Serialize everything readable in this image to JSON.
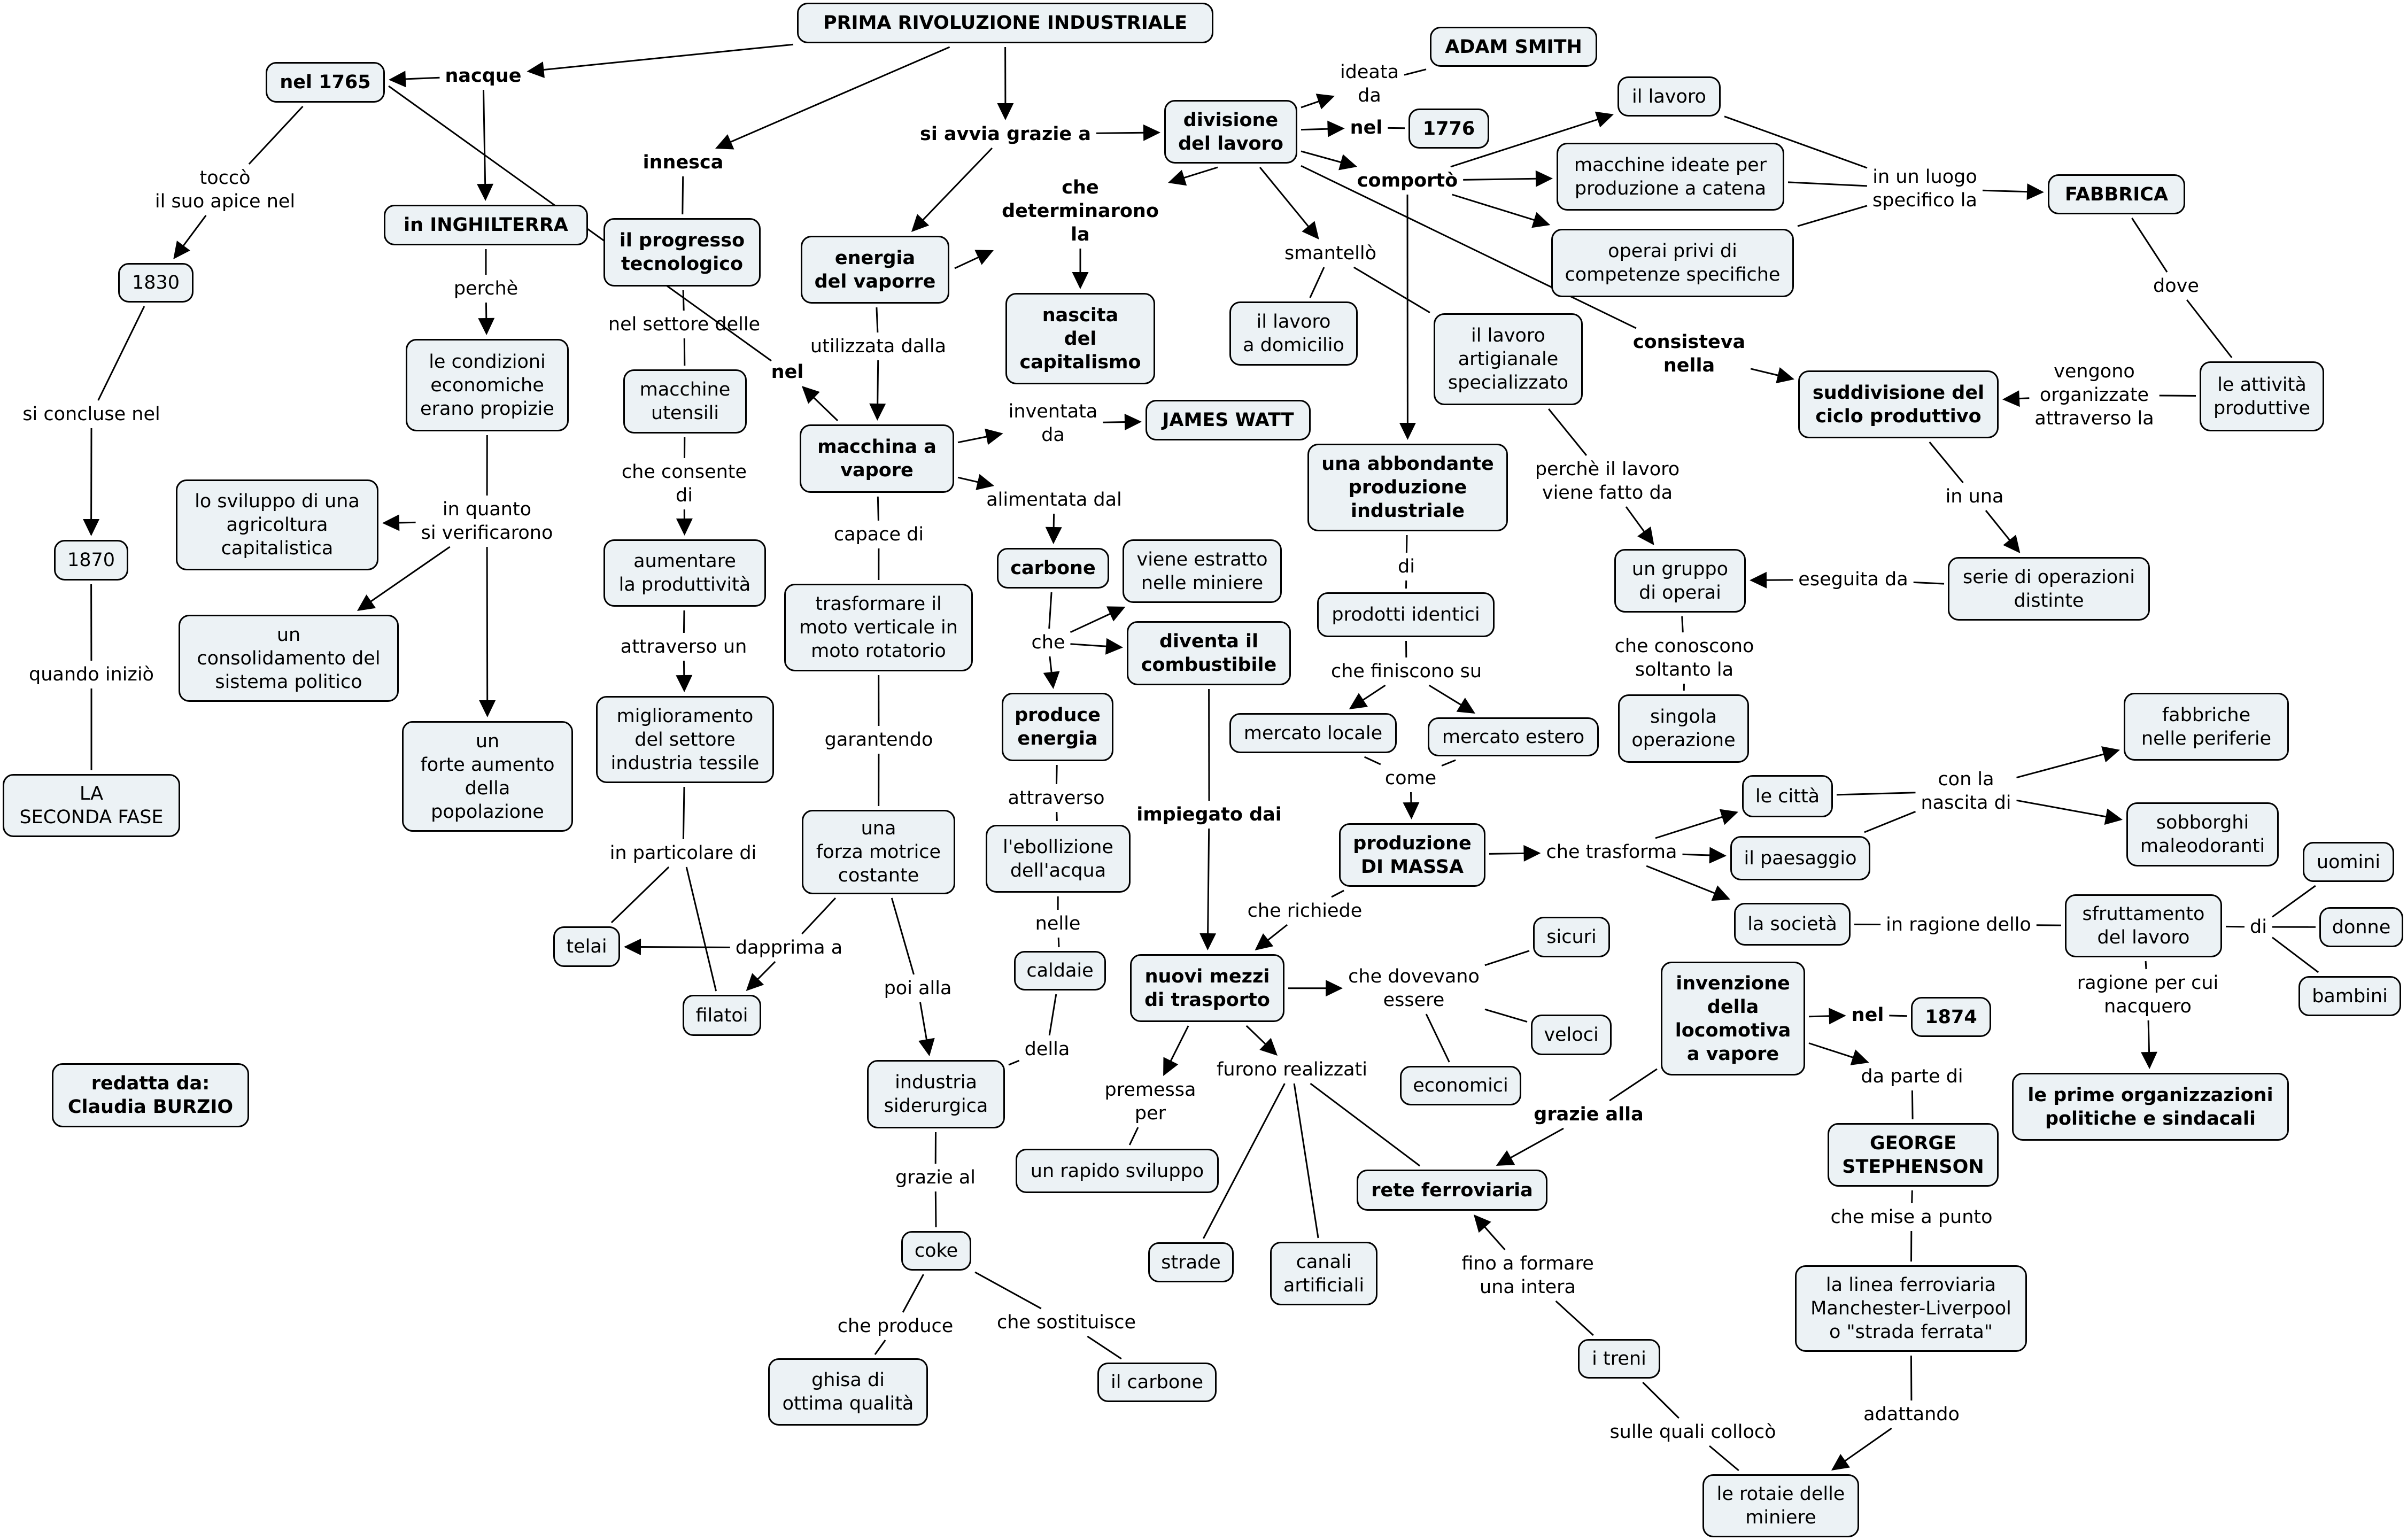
{
  "colors": {
    "background": "#ffffff",
    "node_fill": "#ecf2f5",
    "node_border": "#000000",
    "connector": "#000000",
    "text": "#000000"
  },
  "concepts": {
    "c_root": "PRIMA RIVOLUZIONE INDUSTRIALE",
    "c_1765": "nel 1765",
    "c_inghilterra": "in INGHILTERRA",
    "c_progresso": "il progresso\ntecnologico",
    "c_1830": "1830",
    "c_condizioni": "le condizioni\neconomiche\nerano propizie",
    "c_utensili": "macchine\nutensili",
    "c_1870": "1870",
    "c_agricoltura": "lo sviluppo di una\nagricoltura\ncapitalistica",
    "c_consolidamento": "un\nconsolidamento del\nsistema politico",
    "c_seconda_fase": "LA\nSECONDA FASE",
    "c_popolazione": "un\nforte aumento\ndella\npopolazione",
    "c_produttivita": "aumentare\nla produttività",
    "c_tessile": "miglioramento\ndel settore\nindustria tessile",
    "c_telai": "telai",
    "c_filatoi": "filatoi",
    "c_autore": "redatta da:\nClaudia BURZIO",
    "c_smith": "ADAM SMITH",
    "c_divisione": "divisione\ndel lavoro",
    "c_1776": "1776",
    "c_energia": "energia\ndel vaporre",
    "c_capitalismo": "nascita\ndel\ncapitalismo",
    "c_domicilio": "il lavoro\na domicilio",
    "c_artigianale": "il lavoro\nartigianale\nspecializzato",
    "c_macchina": "macchina a\nvapore",
    "c_watt": "JAMES WATT",
    "c_abbondante": "una abbondante\nproduzione\nindustriale",
    "c_il_lavoro": "il lavoro",
    "c_catena": "macchine ideate per\nproduzione a catena",
    "c_operai_privi": "operai privi di\ncompetenze specifiche",
    "c_fabbrica": "FABBRICA",
    "c_suddivisione": "suddivisione del\nciclo produttivo",
    "c_attivita": "le attività\nproduttive",
    "c_carbone": "carbone",
    "c_estratto": "viene estratto\nnelle miniere",
    "c_trasformare": "trasformare il\nmoto verticale in\nmoto rotatorio",
    "c_combustibile": "diventa il\ncombustibile",
    "c_identici": "prodotti identici",
    "c_produce_energia": "produce\nenergia",
    "c_locale": "mercato locale",
    "c_estero": "mercato estero",
    "c_forza": "una\nforza motrice\ncostante",
    "c_ebollizione": "l'ebollizione\ndell'acqua",
    "c_massa": "produzione\nDI MASSA",
    "c_caldaie": "caldaie",
    "c_mezzi": "nuovi mezzi\ndi trasporto",
    "c_sicuri": "sicuri",
    "c_veloci": "veloci",
    "c_economici": "economici",
    "c_siderurgica": "industria\nsiderurgica",
    "c_sviluppo": "un rapido sviluppo",
    "c_rete": "rete ferroviaria",
    "c_coke": "coke",
    "c_strade": "strade",
    "c_canali": "canali\nartificiali",
    "c_ghisa": "ghisa di\nottima qualità",
    "c_il_carbone": "il carbone",
    "c_treni": "i treni",
    "c_gruppo": "un gruppo\ndi operai",
    "c_serie": "serie di operazioni\ndistinte",
    "c_singola": "singola\noperazione",
    "c_fabbriche": "fabbriche\nnelle periferie",
    "c_citta": "le città",
    "c_sobborghi": "sobborghi\nmaleodoranti",
    "c_paesaggio": "il paesaggio",
    "c_uomini": "uomini",
    "c_societa": "la società",
    "c_sfruttamento": "sfruttamento\ndel lavoro",
    "c_donne": "donne",
    "c_bambini": "bambini",
    "c_locomotiva": "invenzione\ndella\nlocomotiva\na vapore",
    "c_1874": "1874",
    "c_organizzazioni": "le prime organizzazioni\npolitiche e sindacali",
    "c_stephenson": "GEORGE\nSTEPHENSON",
    "c_linea": "la linea ferroviaria\nManchester-Liverpool\no \"strada ferrata\"",
    "c_rotaie": "le rotaie delle\nminiere"
  },
  "linking_phrases": {
    "p_nacque": "nacque",
    "p_innesca": "innesca",
    "p_avvia": "si avvia grazie a",
    "p_tocco": "toccò\nil suo apice nel",
    "p_perche": "perchè",
    "p_settore": "nel settore delle",
    "p_nel_macchina": "nel",
    "p_concluse": "si concluse nel",
    "p_consente": "che consente\ndi",
    "p_inquanto": "in quanto\nsi verificarono",
    "p_inizio": "quando iniziò",
    "p_attraverso_un": "attraverso un",
    "p_particolare": "in particolare di",
    "p_dapprima": "dapprima a",
    "p_ideata": "ideata\nda",
    "p_nel_1776": "nel",
    "p_comporto": "comportò",
    "p_determinarono": "che\ndeterminarono\nla",
    "p_smantello": "smantellò",
    "p_utilizzata": "utilizzata dalla",
    "p_inventata": "inventata\nda",
    "p_alimentata": "alimentata dal",
    "p_perche_lavoro": "perchè il lavoro\nviene fatto da",
    "p_luogo": "in un luogo\nspecifico la",
    "p_dove": "dove",
    "p_consisteva": "consisteva\nnella",
    "p_vengono": "vengono\norganizzate\nattraverso la",
    "p_in_una": "in una",
    "p_capace": "capace di",
    "p_che": "che",
    "p_di_prodotti": "di",
    "p_finiscono": "che finiscono su",
    "p_garantendo": "garantendo",
    "p_come": "come",
    "p_attraverso": "attraverso",
    "p_impiegato": "impiegato dai",
    "p_trasforma": "che trasforma",
    "p_richiede": "che richiede",
    "p_nelle": "nelle",
    "p_dovevano": "che dovevano\nessere",
    "p_poi_alla": "poi alla",
    "p_della": "della",
    "p_premessa": "premessa\nper",
    "p_realizzati": "furono realizzati",
    "p_grazie_al": "grazie al",
    "p_formare": "fino a formare\nuna intera",
    "p_che_produce": "che produce",
    "p_sostituisce": "che sostituisce",
    "p_eseguita": "eseguita da",
    "p_conoscono": "che conoscono\nsoltanto la",
    "p_nascita": "con la\nnascita di",
    "p_ragione": "in ragione dello",
    "p_di_sfruttamento": "di",
    "p_nacquero": "ragione per cui\nnacquero",
    "p_nel_1874": "nel",
    "p_da_parte": "da parte di",
    "p_grazie_alla": "grazie alla",
    "p_mise": "che mise a punto",
    "p_adattando": "adattando",
    "p_colloco": "sulle quali collocò"
  },
  "connections": [
    [
      "c_root",
      "p_nacque",
      true
    ],
    [
      "c_root",
      "p_innesca",
      true
    ],
    [
      "c_root",
      "p_avvia",
      true
    ],
    [
      "p_nacque",
      "c_1765",
      true
    ],
    [
      "p_nacque",
      "c_inghilterra",
      true
    ],
    [
      "c_1765",
      "p_tocco",
      false
    ],
    [
      "p_tocco",
      "c_1830",
      true
    ],
    [
      "c_1830",
      "p_concluse",
      false
    ],
    [
      "p_concluse",
      "c_1870",
      true
    ],
    [
      "c_1870",
      "p_inizio",
      false
    ],
    [
      "p_inizio",
      "c_seconda_fase",
      false
    ],
    [
      "c_inghilterra",
      "p_perche",
      false
    ],
    [
      "p_perche",
      "c_condizioni",
      true
    ],
    [
      "c_condizioni",
      "p_inquanto",
      false
    ],
    [
      "p_inquanto",
      "c_agricoltura",
      true
    ],
    [
      "p_inquanto",
      "c_consolidamento",
      true
    ],
    [
      "p_inquanto",
      "c_popolazione",
      true
    ],
    [
      "p_innesca",
      "c_progresso",
      false
    ],
    [
      "c_progresso",
      "p_settore",
      false
    ],
    [
      "p_settore",
      "c_utensili",
      false
    ],
    [
      "c_utensili",
      "p_consente",
      false
    ],
    [
      "p_consente",
      "c_produttivita",
      true
    ],
    [
      "c_produttivita",
      "p_attraverso_un",
      false
    ],
    [
      "p_attraverso_un",
      "c_tessile",
      true
    ],
    [
      "c_tessile",
      "p_particolare",
      false
    ],
    [
      "p_particolare",
      "c_telai",
      false
    ],
    [
      "p_particolare",
      "c_filatoi",
      false
    ],
    [
      "c_1765",
      "p_nel_macchina",
      false
    ],
    [
      "c_macchina",
      "p_nel_macchina",
      true
    ],
    [
      "p_avvia",
      "c_divisione",
      true
    ],
    [
      "p_avvia",
      "c_energia",
      true
    ],
    [
      "c_energia",
      "p_determinarono",
      true
    ],
    [
      "c_divisione",
      "p_determinarono",
      true
    ],
    [
      "p_determinarono",
      "c_capitalismo",
      true
    ],
    [
      "c_energia",
      "p_utilizzata",
      false
    ],
    [
      "p_utilizzata",
      "c_macchina",
      true
    ],
    [
      "c_macchina",
      "p_inventata",
      true
    ],
    [
      "p_inventata",
      "c_watt",
      true
    ],
    [
      "c_macchina",
      "p_alimentata",
      true
    ],
    [
      "p_alimentata",
      "c_carbone",
      true
    ],
    [
      "c_macchina",
      "p_capace",
      false
    ],
    [
      "p_capace",
      "c_trasformare",
      false
    ],
    [
      "c_trasformare",
      "p_garantendo",
      false
    ],
    [
      "p_garantendo",
      "c_forza",
      false
    ],
    [
      "c_forza",
      "p_dapprima",
      false
    ],
    [
      "p_dapprima",
      "c_telai",
      true
    ],
    [
      "p_dapprima",
      "c_filatoi",
      true
    ],
    [
      "c_forza",
      "p_poi_alla",
      false
    ],
    [
      "p_poi_alla",
      "c_siderurgica",
      true
    ],
    [
      "c_carbone",
      "p_che",
      false
    ],
    [
      "p_che",
      "c_estratto",
      true
    ],
    [
      "p_che",
      "c_combustibile",
      true
    ],
    [
      "p_che",
      "c_produce_energia",
      true
    ],
    [
      "c_produce_energia",
      "p_attraverso",
      false
    ],
    [
      "p_attraverso",
      "c_ebollizione",
      false
    ],
    [
      "c_ebollizione",
      "p_nelle",
      false
    ],
    [
      "p_nelle",
      "c_caldaie",
      false
    ],
    [
      "c_caldaie",
      "p_della",
      false
    ],
    [
      "p_della",
      "c_siderurgica",
      false
    ],
    [
      "c_siderurgica",
      "p_grazie_al",
      false
    ],
    [
      "p_grazie_al",
      "c_coke",
      false
    ],
    [
      "c_coke",
      "p_che_produce",
      false
    ],
    [
      "p_che_produce",
      "c_ghisa",
      false
    ],
    [
      "c_coke",
      "p_sostituisce",
      false
    ],
    [
      "p_sostituisce",
      "c_il_carbone",
      false
    ],
    [
      "c_combustibile",
      "p_impiegato",
      false
    ],
    [
      "p_impiegato",
      "c_mezzi",
      true
    ],
    [
      "c_divisione",
      "p_ideata",
      true
    ],
    [
      "p_ideata",
      "c_smith",
      false
    ],
    [
      "c_divisione",
      "p_nel_1776",
      true
    ],
    [
      "p_nel_1776",
      "c_1776",
      false
    ],
    [
      "c_divisione",
      "p_comporto",
      true
    ],
    [
      "p_comporto",
      "c_il_lavoro",
      true
    ],
    [
      "p_comporto",
      "c_catena",
      true
    ],
    [
      "p_comporto",
      "c_operai_privi",
      true
    ],
    [
      "p_comporto",
      "c_abbondante",
      true
    ],
    [
      "c_divisione",
      "p_smantello",
      true
    ],
    [
      "p_smantello",
      "c_domicilio",
      false
    ],
    [
      "p_smantello",
      "c_artigianale",
      false
    ],
    [
      "c_divisione",
      "p_consisteva",
      false
    ],
    [
      "p_consisteva",
      "c_suddivisione",
      true
    ],
    [
      "c_il_lavoro",
      "p_luogo",
      false
    ],
    [
      "c_catena",
      "p_luogo",
      false
    ],
    [
      "c_operai_privi",
      "p_luogo",
      false
    ],
    [
      "p_luogo",
      "c_fabbrica",
      true
    ],
    [
      "c_fabbrica",
      "p_dove",
      false
    ],
    [
      "p_dove",
      "c_attivita",
      false
    ],
    [
      "c_attivita",
      "p_vengono",
      false
    ],
    [
      "p_vengono",
      "c_suddivisione",
      true
    ],
    [
      "c_suddivisione",
      "p_in_una",
      false
    ],
    [
      "p_in_una",
      "c_serie",
      true
    ],
    [
      "c_serie",
      "p_eseguita",
      false
    ],
    [
      "p_eseguita",
      "c_gruppo",
      true
    ],
    [
      "c_artigianale",
      "p_perche_lavoro",
      false
    ],
    [
      "p_perche_lavoro",
      "c_gruppo",
      true
    ],
    [
      "c_gruppo",
      "p_conoscono",
      false
    ],
    [
      "p_conoscono",
      "c_singola",
      false
    ],
    [
      "c_abbondante",
      "p_di_prodotti",
      false
    ],
    [
      "p_di_prodotti",
      "c_identici",
      false
    ],
    [
      "c_identici",
      "p_finiscono",
      false
    ],
    [
      "p_finiscono",
      "c_locale",
      true
    ],
    [
      "p_finiscono",
      "c_estero",
      true
    ],
    [
      "c_locale",
      "p_come",
      false
    ],
    [
      "c_estero",
      "p_come",
      false
    ],
    [
      "p_come",
      "c_massa",
      true
    ],
    [
      "c_massa",
      "p_trasforma",
      true
    ],
    [
      "p_trasforma",
      "c_citta",
      true
    ],
    [
      "p_trasforma",
      "c_paesaggio",
      true
    ],
    [
      "p_trasforma",
      "c_societa",
      true
    ],
    [
      "c_citta",
      "p_nascita",
      false
    ],
    [
      "c_paesaggio",
      "p_nascita",
      false
    ],
    [
      "p_nascita",
      "c_fabbriche",
      true
    ],
    [
      "p_nascita",
      "c_sobborghi",
      true
    ],
    [
      "c_societa",
      "p_ragione",
      false
    ],
    [
      "p_ragione",
      "c_sfruttamento",
      false
    ],
    [
      "c_sfruttamento",
      "p_di_sfruttamento",
      false
    ],
    [
      "p_di_sfruttamento",
      "c_uomini",
      false
    ],
    [
      "p_di_sfruttamento",
      "c_donne",
      false
    ],
    [
      "p_di_sfruttamento",
      "c_bambini",
      false
    ],
    [
      "c_sfruttamento",
      "p_nacquero",
      false
    ],
    [
      "p_nacquero",
      "c_organizzazioni",
      true
    ],
    [
      "c_massa",
      "p_richiede",
      false
    ],
    [
      "p_richiede",
      "c_mezzi",
      true
    ],
    [
      "c_mezzi",
      "p_dovevano",
      true
    ],
    [
      "p_dovevano",
      "c_sicuri",
      false
    ],
    [
      "p_dovevano",
      "c_veloci",
      false
    ],
    [
      "p_dovevano",
      "c_economici",
      false
    ],
    [
      "c_mezzi",
      "p_premessa",
      true
    ],
    [
      "p_premessa",
      "c_sviluppo",
      false
    ],
    [
      "c_mezzi",
      "p_realizzati",
      true
    ],
    [
      "p_realizzati",
      "c_strade",
      false
    ],
    [
      "p_realizzati",
      "c_canali",
      false
    ],
    [
      "p_realizzati",
      "c_rete",
      false
    ],
    [
      "c_locomotiva",
      "p_grazie_alla",
      false
    ],
    [
      "p_grazie_alla",
      "c_rete",
      true
    ],
    [
      "c_locomotiva",
      "p_nel_1874",
      true
    ],
    [
      "p_nel_1874",
      "c_1874",
      false
    ],
    [
      "c_locomotiva",
      "p_da_parte",
      true
    ],
    [
      "p_da_parte",
      "c_stephenson",
      false
    ],
    [
      "c_stephenson",
      "p_mise",
      false
    ],
    [
      "p_mise",
      "c_linea",
      false
    ],
    [
      "c_linea",
      "p_adattando",
      false
    ],
    [
      "p_adattando",
      "c_rotaie",
      true
    ],
    [
      "c_rotaie",
      "p_colloco",
      false
    ],
    [
      "p_colloco",
      "c_treni",
      false
    ],
    [
      "c_treni",
      "p_formare",
      false
    ],
    [
      "p_formare",
      "c_rete",
      true
    ]
  ]
}
